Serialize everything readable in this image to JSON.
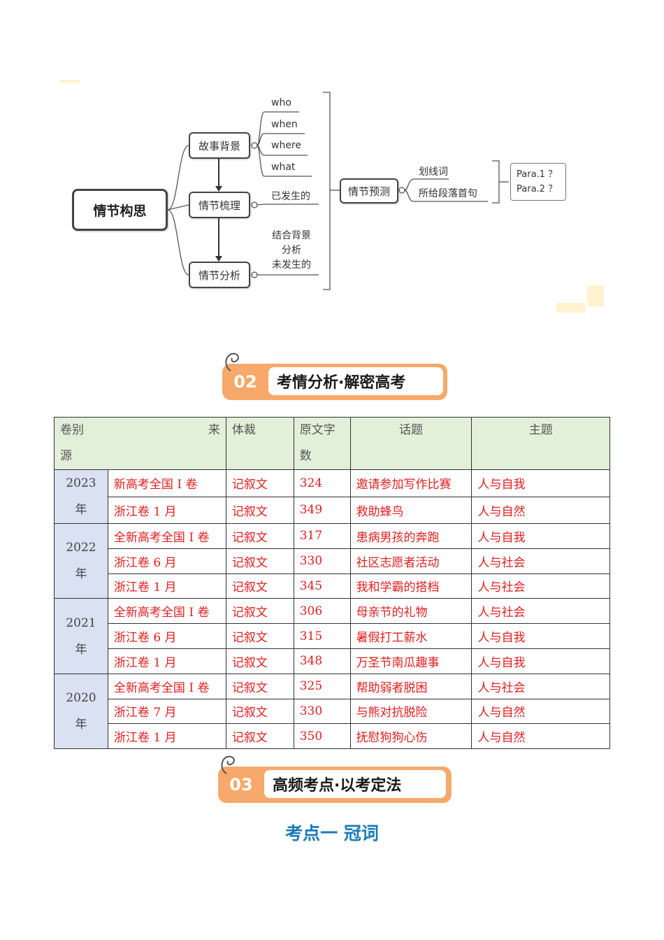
{
  "mindmap": {
    "root": "情节构思",
    "branches": [
      {
        "label": "故事背景",
        "leaves": [
          "who",
          "when",
          "where",
          "what"
        ]
      },
      {
        "label": "情节梳理",
        "leaves": [
          "已发生的"
        ]
      },
      {
        "label": "情节分析",
        "leaves": [
          "结合背景",
          "分析",
          "未发生的"
        ]
      }
    ],
    "prediction": {
      "label": "情节预测",
      "leaves": [
        "划线词",
        "所给段落首句"
      ],
      "paras": [
        "Para.1 ？",
        "Para.2 ？"
      ]
    }
  },
  "section2": {
    "number": "02",
    "title": "考情分析·解密高考"
  },
  "table": {
    "headers": {
      "source_left": "卷别",
      "source_right": "来",
      "source_wrap": "源",
      "genre": "体裁",
      "wordcount_line1": "原文字",
      "wordcount_line2": "数",
      "topic": "话题",
      "theme": "主题"
    },
    "groups": [
      {
        "year_line1": "2023",
        "year_line2": "年",
        "rows": [
          {
            "paper": "新高考全国 I 卷",
            "genre": "记叙文",
            "words": "324",
            "topic": "邀请参加写作比赛",
            "theme": "人与自我"
          },
          {
            "paper": "浙江卷 1 月",
            "genre": "记叙文",
            "words": "349",
            "topic": "救助蜂鸟",
            "theme": "人与自然"
          }
        ]
      },
      {
        "year_line1": "2022",
        "year_line2": "年",
        "rows": [
          {
            "paper": "全新高考全国 I 卷",
            "genre": "记叙文",
            "words": "317",
            "topic": "患病男孩的奔跑",
            "theme": "人与自我"
          },
          {
            "paper": "浙江卷 6 月",
            "genre": "记叙文",
            "words": "330",
            "topic": "社区志愿者活动",
            "theme": "人与社会"
          },
          {
            "paper": "浙江卷 1 月",
            "genre": "记叙文",
            "words": "345",
            "topic": "我和学霸的搭档",
            "theme": "人与社会"
          }
        ]
      },
      {
        "year_line1": "2021",
        "year_line2": "年",
        "rows": [
          {
            "paper": "全新高考全国 I 卷",
            "genre": "记叙文",
            "words": "306",
            "topic": "母亲节的礼物",
            "theme": "人与社会"
          },
          {
            "paper": "浙江卷 6 月",
            "genre": "记叙文",
            "words": "315",
            "topic": "暑假打工薪水",
            "theme": "人与自我"
          },
          {
            "paper": "浙江卷 1 月",
            "genre": "记叙文",
            "words": "348",
            "topic": "万圣节南瓜趣事",
            "theme": "人与自我"
          }
        ]
      },
      {
        "year_line1": "2020",
        "year_line2": "年",
        "rows": [
          {
            "paper": "全新高考全国 I 卷",
            "genre": "记叙文",
            "words": "325",
            "topic": "帮助弱者脱困",
            "theme": "人与社会"
          },
          {
            "paper": "浙江卷 7 月",
            "genre": "记叙文",
            "words": "330",
            "topic": "与熊对抗脱险",
            "theme": "人与自然"
          },
          {
            "paper": "浙江卷 1 月",
            "genre": "记叙文",
            "words": "350",
            "topic": "抚慰狗狗心伤",
            "theme": "人与自然"
          }
        ]
      }
    ]
  },
  "section3": {
    "number": "03",
    "title": "高频考点·以考定法"
  },
  "kaodian_title": "考点一 冠词",
  "colors": {
    "banner_orange": "#f7a96b",
    "table_header_green": "#e2efd9",
    "year_cell_blue": "#d9e1f2",
    "entry_red": "#e02020",
    "heading_blue": "#1a7ab8"
  }
}
